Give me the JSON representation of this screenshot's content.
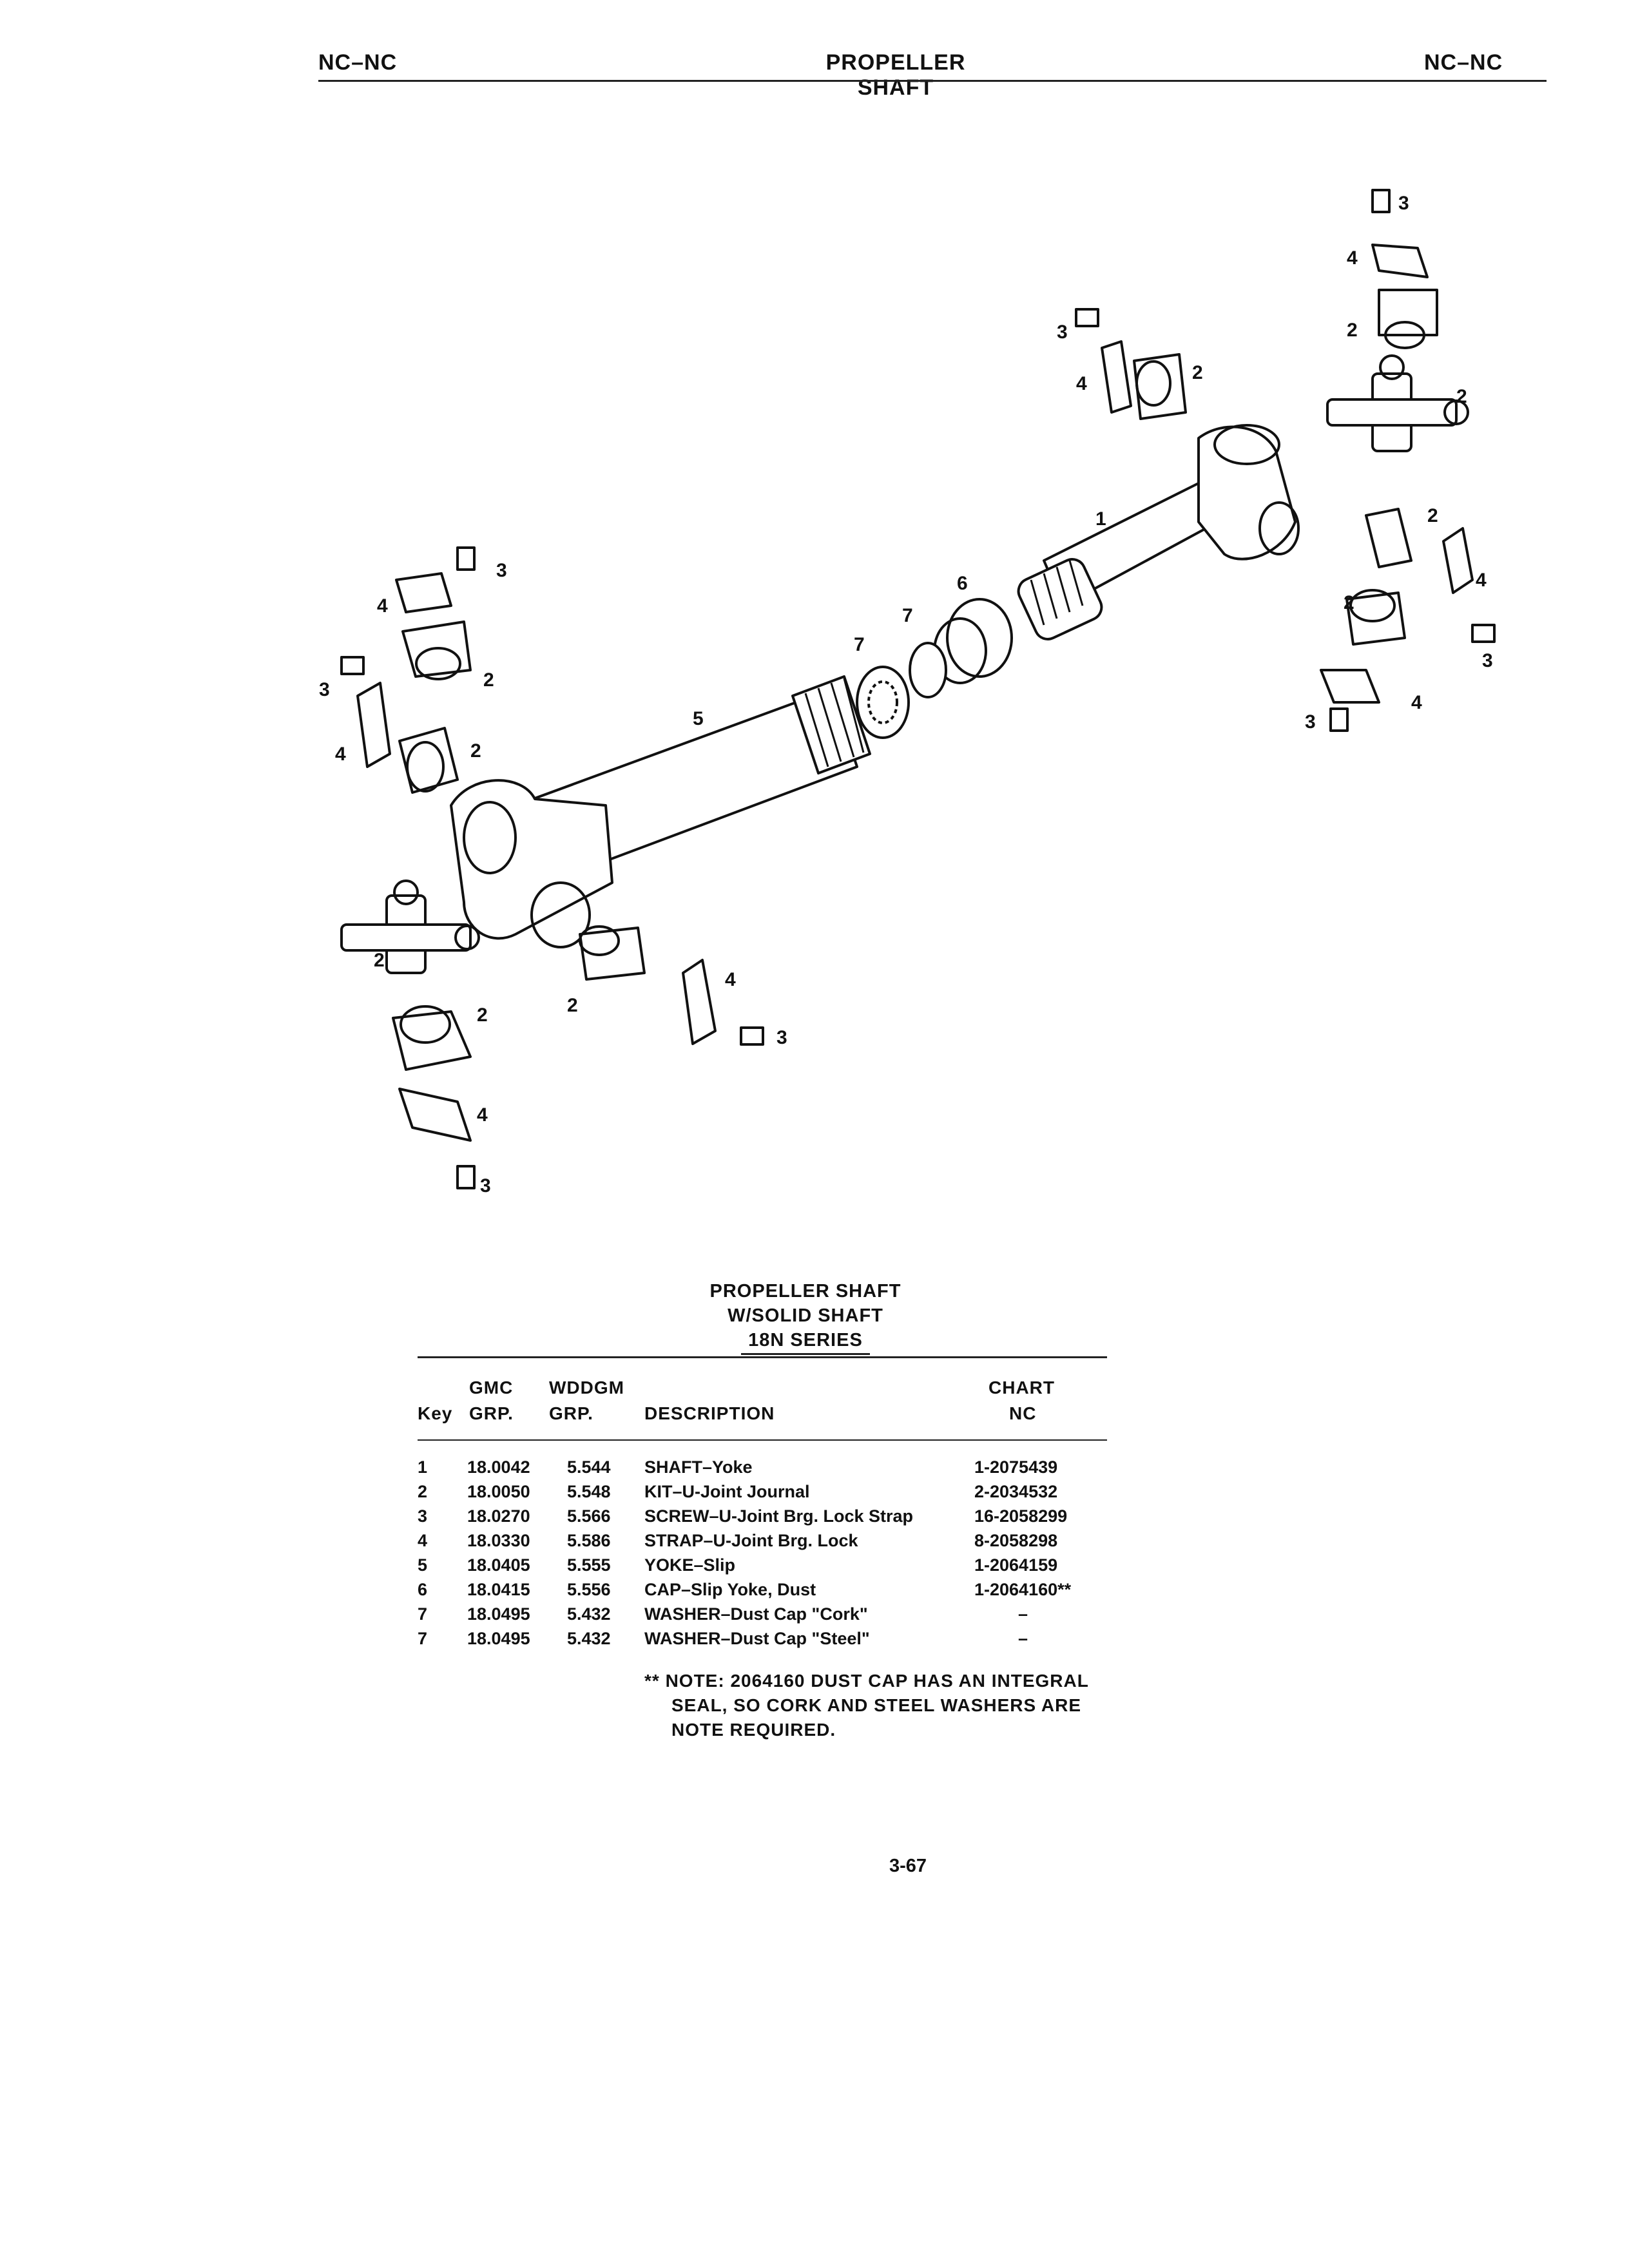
{
  "header": {
    "left": "NC–NC",
    "center": "PROPELLER SHAFT",
    "right": "NC–NC"
  },
  "diagram": {
    "callouts": [
      "1",
      "2",
      "3",
      "4",
      "5",
      "6",
      "7"
    ]
  },
  "table": {
    "title_lines": [
      "PROPELLER SHAFT",
      "W/SOLID SHAFT",
      "18N SERIES"
    ],
    "header_row1": {
      "gmc": "GMC",
      "wddgm": "WDDGM",
      "chart": "CHART"
    },
    "header_row2": {
      "key": "Key",
      "gmc": "GRP.",
      "wddgm": "GRP.",
      "description": "DESCRIPTION",
      "chart": "NC"
    },
    "rows": [
      {
        "key": "1",
        "gmc": "18.0042",
        "wddgm": "5.544",
        "description": "SHAFT–Yoke",
        "chart": "1-2075439"
      },
      {
        "key": "2",
        "gmc": "18.0050",
        "wddgm": "5.548",
        "description": "KIT–U-Joint Journal",
        "chart": "2-2034532"
      },
      {
        "key": "3",
        "gmc": "18.0270",
        "wddgm": "5.566",
        "description": "SCREW–U-Joint Brg. Lock Strap",
        "chart": "16-2058299"
      },
      {
        "key": "4",
        "gmc": "18.0330",
        "wddgm": "5.586",
        "description": "STRAP–U-Joint Brg. Lock",
        "chart": "8-2058298"
      },
      {
        "key": "5",
        "gmc": "18.0405",
        "wddgm": "5.555",
        "description": "YOKE–Slip",
        "chart": "1-2064159"
      },
      {
        "key": "6",
        "gmc": "18.0415",
        "wddgm": "5.556",
        "description": "CAP–Slip Yoke, Dust",
        "chart": "1-2064160**"
      },
      {
        "key": "7",
        "gmc": "18.0495",
        "wddgm": "5.432",
        "description": "WASHER–Dust Cap \"Cork\"",
        "chart": "–"
      },
      {
        "key": "7",
        "gmc": "18.0495",
        "wddgm": "5.432",
        "description": "WASHER–Dust Cap \"Steel\"",
        "chart": "–"
      }
    ],
    "note_lines": [
      "** NOTE: 2064160 DUST CAP HAS AN INTEGRAL",
      "SEAL, SO CORK AND STEEL WASHERS ARE",
      "NOTE REQUIRED."
    ]
  },
  "page_number": "3-67"
}
